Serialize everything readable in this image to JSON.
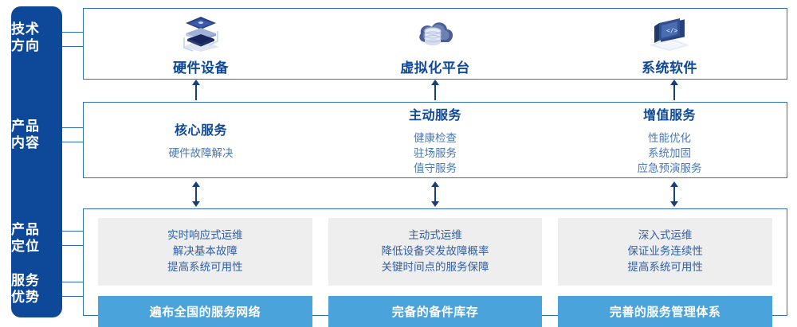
{
  "colors": {
    "sidebar_bg": "#0d4899",
    "border_blue": "#2f6fb5",
    "title_blue": "#0d4899",
    "body_blue": "#4a78b5",
    "gray_box": "#eeeeee",
    "bar_blue": "#4aa3db",
    "arrow_navy": "#173f7c"
  },
  "sidebar": {
    "items": [
      {
        "id": "tech-direction",
        "lines": [
          "技术",
          "方向"
        ]
      },
      {
        "id": "product-content",
        "lines": [
          "产品",
          "内容"
        ]
      },
      {
        "id": "product-position",
        "lines": [
          "产品",
          "定位"
        ]
      },
      {
        "id": "service-advantage",
        "lines": [
          "服务",
          "优势"
        ]
      }
    ]
  },
  "section_tech": {
    "columns": [
      {
        "icon": "server-stack-icon",
        "label": "硬件设备"
      },
      {
        "icon": "cloud-database-icon",
        "label": "虚拟化平台"
      },
      {
        "icon": "code-laptop-icon",
        "label": "系统软件"
      }
    ]
  },
  "section_services": {
    "columns": [
      {
        "title": "核心服务",
        "lines": [
          "硬件故障解决"
        ]
      },
      {
        "title": "主动服务",
        "lines": [
          "健康检查",
          "驻场服务",
          "值守服务"
        ]
      },
      {
        "title": "增值服务",
        "lines": [
          "性能优化",
          "系统加固",
          "应急预演服务"
        ]
      }
    ]
  },
  "section_positioning": {
    "columns": [
      {
        "gray_lines": [
          "实时响应式运维",
          "解决基本故障",
          "提高系统可用性"
        ],
        "bar_label": "遍布全国的服务网络"
      },
      {
        "gray_lines": [
          "主动式运维",
          "降低设备突发故障概率",
          "关键时间点的服务保障"
        ],
        "bar_label": "完备的备件库存"
      },
      {
        "gray_lines": [
          "深入式运维",
          "保证业务连续性",
          "提高系统可用性"
        ],
        "bar_label": "完善的服务管理体系"
      }
    ]
  },
  "arrows": [
    {
      "id": "arrow-tech-to-services",
      "type": "up"
    },
    {
      "id": "arrow-services-to-positioning",
      "type": "both"
    }
  ]
}
